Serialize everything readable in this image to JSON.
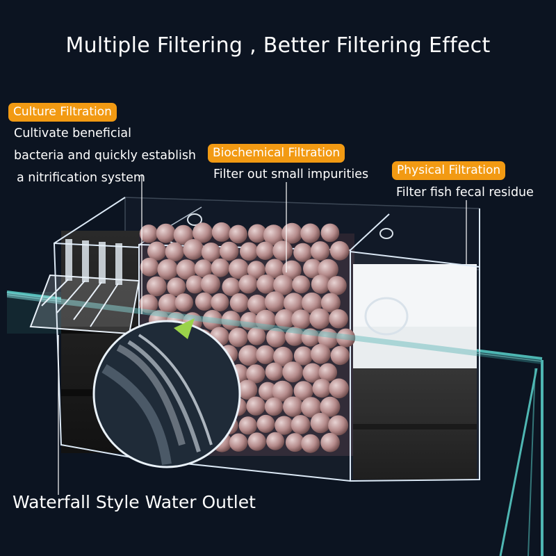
{
  "headline": "Multiple Filtering , Better Filtering Effect",
  "labels": {
    "culture": {
      "title": "Culture Filtration",
      "line1": "Cultivate beneficial",
      "line2": "bacteria and quickly establish",
      "line3": "a nitrification system"
    },
    "biochemical": {
      "title": "Biochemical Filtration",
      "line1": "Filter out small impurities"
    },
    "physical": {
      "title": "Physical Filtration",
      "line1": "Filter fish fecal residue"
    }
  },
  "outlet_caption": "Waterfall Style Water Outlet",
  "colors": {
    "background": "#0c1421",
    "badge": "#f29a13",
    "aquarium_edge": "#4fb7b3",
    "ceramic_ball": "#b58b8b",
    "sponge": "#1c1c1c"
  }
}
